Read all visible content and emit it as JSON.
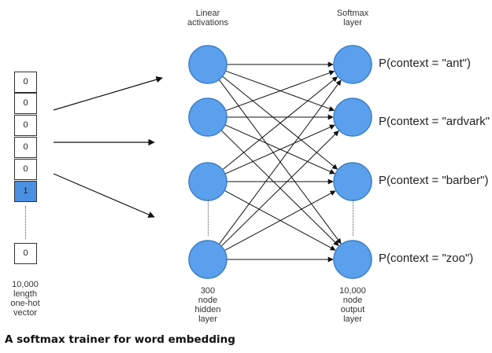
{
  "labels": {
    "linear_activations": [
      "Linear",
      "activations"
    ],
    "softmax_layer": [
      "Softmax",
      "layer"
    ],
    "input_vector": [
      "10,000",
      "length",
      "one-hot",
      "vector"
    ],
    "hidden_layer": [
      "300",
      "node",
      "hidden",
      "layer"
    ],
    "output_layer": [
      "10,000",
      "node",
      "output",
      "layer"
    ]
  },
  "one_hot_vector": {
    "cells": [
      "0",
      "0",
      "0",
      "0",
      "0",
      "1"
    ],
    "hot_index": 5,
    "last_cell": "0"
  },
  "outputs": [
    "P(context = \"ant\")",
    "P(context = \"ardvark\"",
    "P(context = \"barber\")",
    "P(context = \"zoo\")"
  ],
  "caption": "A softmax trainer for word embedding",
  "colors": {
    "node_fill": "#5aa0ec",
    "node_stroke": "#3d7fc8",
    "hot_cell": "#4a90e2",
    "edge": "#111111"
  }
}
